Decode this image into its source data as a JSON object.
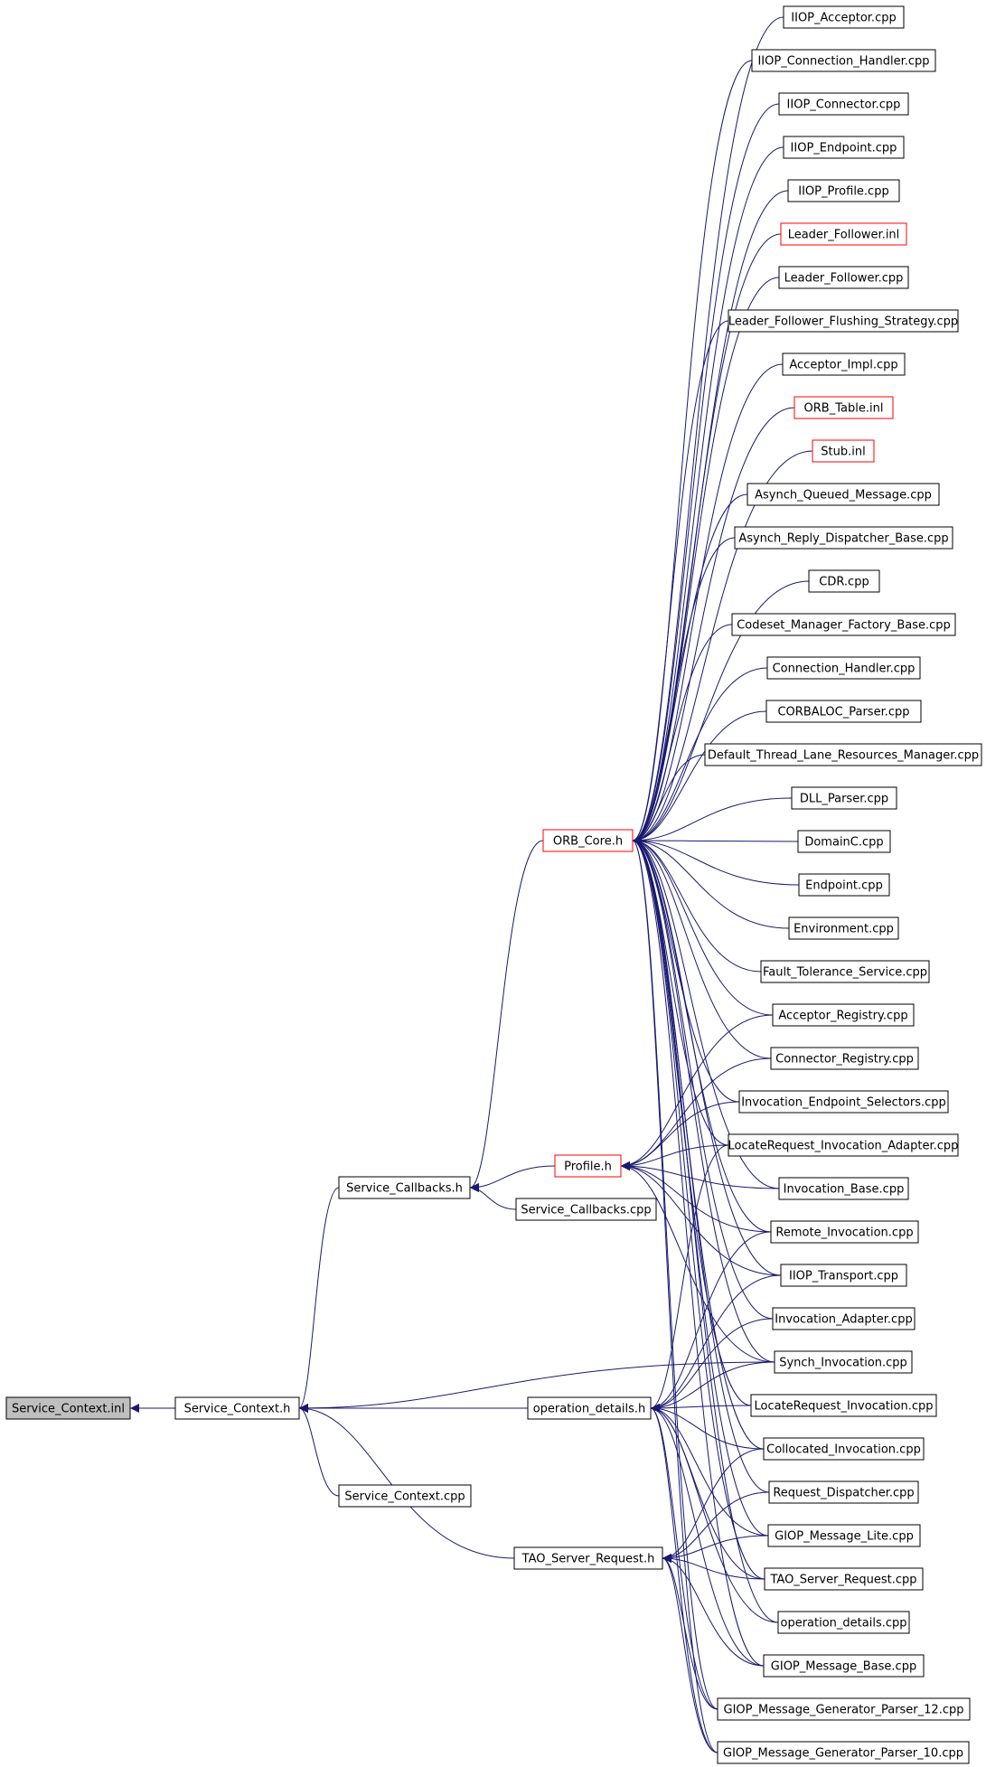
{
  "colors": {
    "edge": "#191970",
    "box_border": "#000000",
    "box_border_highlight": "#ff0000",
    "box_fill": "#ffffff",
    "root_fill": "#bfbfbf"
  },
  "nodes": [
    {
      "id": "root",
      "label": "Service_Context.inl",
      "style": "root"
    },
    {
      "id": "sc_h",
      "label": "Service_Context.h",
      "style": "normal"
    },
    {
      "id": "sc_cpp",
      "label": "Service_Context.cpp",
      "style": "normal"
    },
    {
      "id": "scb_h",
      "label": "Service_Callbacks.h",
      "style": "normal"
    },
    {
      "id": "scb_cpp",
      "label": "Service_Callbacks.cpp",
      "style": "normal"
    },
    {
      "id": "orb",
      "label": "ORB_Core.h",
      "style": "highlight"
    },
    {
      "id": "profile",
      "label": "Profile.h",
      "style": "highlight"
    },
    {
      "id": "opd",
      "label": "operation_details.h",
      "style": "normal"
    },
    {
      "id": "tsr",
      "label": "TAO_Server_Request.h",
      "style": "normal"
    },
    {
      "id": "n0",
      "label": "IIOP_Acceptor.cpp",
      "style": "normal"
    },
    {
      "id": "n1",
      "label": "IIOP_Connection_Handler.cpp",
      "style": "normal"
    },
    {
      "id": "n2",
      "label": "IIOP_Connector.cpp",
      "style": "normal"
    },
    {
      "id": "n3",
      "label": "IIOP_Endpoint.cpp",
      "style": "normal"
    },
    {
      "id": "n4",
      "label": "IIOP_Profile.cpp",
      "style": "normal"
    },
    {
      "id": "n5",
      "label": "Leader_Follower.inl",
      "style": "highlight"
    },
    {
      "id": "n6",
      "label": "Leader_Follower.cpp",
      "style": "normal"
    },
    {
      "id": "n7",
      "label": "Leader_Follower_Flushing_Strategy.cpp",
      "style": "normal"
    },
    {
      "id": "n8",
      "label": "Acceptor_Impl.cpp",
      "style": "normal"
    },
    {
      "id": "n9",
      "label": "ORB_Table.inl",
      "style": "highlight"
    },
    {
      "id": "n10",
      "label": "Stub.inl",
      "style": "highlight"
    },
    {
      "id": "n11",
      "label": "Asynch_Queued_Message.cpp",
      "style": "normal"
    },
    {
      "id": "n12",
      "label": "Asynch_Reply_Dispatcher_Base.cpp",
      "style": "normal"
    },
    {
      "id": "n13",
      "label": "CDR.cpp",
      "style": "normal"
    },
    {
      "id": "n14",
      "label": "Codeset_Manager_Factory_Base.cpp",
      "style": "normal"
    },
    {
      "id": "n15",
      "label": "Connection_Handler.cpp",
      "style": "normal"
    },
    {
      "id": "n16",
      "label": "CORBALOC_Parser.cpp",
      "style": "normal"
    },
    {
      "id": "n17",
      "label": "Default_Thread_Lane_Resources_Manager.cpp",
      "style": "normal"
    },
    {
      "id": "n18",
      "label": "DLL_Parser.cpp",
      "style": "normal"
    },
    {
      "id": "n19",
      "label": "DomainC.cpp",
      "style": "normal"
    },
    {
      "id": "n20",
      "label": "Endpoint.cpp",
      "style": "normal"
    },
    {
      "id": "n21",
      "label": "Environment.cpp",
      "style": "normal"
    },
    {
      "id": "n22",
      "label": "Fault_Tolerance_Service.cpp",
      "style": "normal"
    },
    {
      "id": "n23",
      "label": "Acceptor_Registry.cpp",
      "style": "normal"
    },
    {
      "id": "n24",
      "label": "Connector_Registry.cpp",
      "style": "normal"
    },
    {
      "id": "n25",
      "label": "Invocation_Endpoint_Selectors.cpp",
      "style": "normal"
    },
    {
      "id": "n26",
      "label": "LocateRequest_Invocation_Adapter.cpp",
      "style": "normal"
    },
    {
      "id": "n27",
      "label": "Invocation_Base.cpp",
      "style": "normal"
    },
    {
      "id": "n28",
      "label": "Remote_Invocation.cpp",
      "style": "normal"
    },
    {
      "id": "n29",
      "label": "IIOP_Transport.cpp",
      "style": "normal"
    },
    {
      "id": "n30",
      "label": "Invocation_Adapter.cpp",
      "style": "normal"
    },
    {
      "id": "n31",
      "label": "Synch_Invocation.cpp",
      "style": "normal"
    },
    {
      "id": "n32",
      "label": "LocateRequest_Invocation.cpp",
      "style": "normal"
    },
    {
      "id": "n33",
      "label": "Collocated_Invocation.cpp",
      "style": "normal"
    },
    {
      "id": "n34",
      "label": "Request_Dispatcher.cpp",
      "style": "normal"
    },
    {
      "id": "n35",
      "label": "GIOP_Message_Lite.cpp",
      "style": "normal"
    },
    {
      "id": "n36",
      "label": "TAO_Server_Request.cpp",
      "style": "normal"
    },
    {
      "id": "n37",
      "label": "operation_details.cpp",
      "style": "normal"
    },
    {
      "id": "n38",
      "label": "GIOP_Message_Base.cpp",
      "style": "normal"
    },
    {
      "id": "n39",
      "label": "GIOP_Message_Generator_Parser_12.cpp",
      "style": "normal"
    },
    {
      "id": "n40",
      "label": "GIOP_Message_Generator_Parser_10.cpp",
      "style": "normal"
    }
  ],
  "edges": [
    [
      "sc_h",
      "root"
    ],
    [
      "scb_h",
      "sc_h"
    ],
    [
      "sc_cpp",
      "sc_h"
    ],
    [
      "opd",
      "sc_h"
    ],
    [
      "tsr",
      "sc_h"
    ],
    [
      "n31",
      "sc_h"
    ],
    [
      "orb",
      "scb_h"
    ],
    [
      "profile",
      "scb_h"
    ],
    [
      "scb_cpp",
      "scb_h"
    ],
    [
      "n0",
      "orb"
    ],
    [
      "n1",
      "orb"
    ],
    [
      "n2",
      "orb"
    ],
    [
      "n3",
      "orb"
    ],
    [
      "n4",
      "orb"
    ],
    [
      "n5",
      "orb"
    ],
    [
      "n6",
      "orb"
    ],
    [
      "n7",
      "orb"
    ],
    [
      "n8",
      "orb"
    ],
    [
      "n9",
      "orb"
    ],
    [
      "n10",
      "orb"
    ],
    [
      "n11",
      "orb"
    ],
    [
      "n12",
      "orb"
    ],
    [
      "n13",
      "orb"
    ],
    [
      "n14",
      "orb"
    ],
    [
      "n15",
      "orb"
    ],
    [
      "n16",
      "orb"
    ],
    [
      "n17",
      "orb"
    ],
    [
      "n18",
      "orb"
    ],
    [
      "n19",
      "orb"
    ],
    [
      "n20",
      "orb"
    ],
    [
      "n21",
      "orb"
    ],
    [
      "n22",
      "orb"
    ],
    [
      "n23",
      "orb"
    ],
    [
      "n24",
      "orb"
    ],
    [
      "n25",
      "orb"
    ],
    [
      "n26",
      "orb"
    ],
    [
      "n27",
      "orb"
    ],
    [
      "n28",
      "orb"
    ],
    [
      "n29",
      "orb"
    ],
    [
      "n30",
      "orb"
    ],
    [
      "n31",
      "orb"
    ],
    [
      "n32",
      "orb"
    ],
    [
      "n33",
      "orb"
    ],
    [
      "n34",
      "orb"
    ],
    [
      "n35",
      "orb"
    ],
    [
      "n36",
      "orb"
    ],
    [
      "n37",
      "orb"
    ],
    [
      "n38",
      "orb"
    ],
    [
      "n39",
      "orb"
    ],
    [
      "n40",
      "orb"
    ],
    [
      "n23",
      "profile"
    ],
    [
      "n24",
      "profile"
    ],
    [
      "n25",
      "profile"
    ],
    [
      "n26",
      "profile"
    ],
    [
      "n27",
      "profile"
    ],
    [
      "n28",
      "profile"
    ],
    [
      "n29",
      "profile"
    ],
    [
      "n31",
      "profile"
    ],
    [
      "n26",
      "opd"
    ],
    [
      "n28",
      "opd"
    ],
    [
      "n29",
      "opd"
    ],
    [
      "n30",
      "opd"
    ],
    [
      "n31",
      "opd"
    ],
    [
      "n32",
      "opd"
    ],
    [
      "n33",
      "opd"
    ],
    [
      "n35",
      "opd"
    ],
    [
      "n36",
      "opd"
    ],
    [
      "n37",
      "opd"
    ],
    [
      "n38",
      "opd"
    ],
    [
      "n39",
      "opd"
    ],
    [
      "n40",
      "opd"
    ],
    [
      "n33",
      "tsr"
    ],
    [
      "n34",
      "tsr"
    ],
    [
      "n35",
      "tsr"
    ],
    [
      "n36",
      "tsr"
    ],
    [
      "n38",
      "tsr"
    ],
    [
      "n39",
      "tsr"
    ],
    [
      "n40",
      "tsr"
    ]
  ]
}
